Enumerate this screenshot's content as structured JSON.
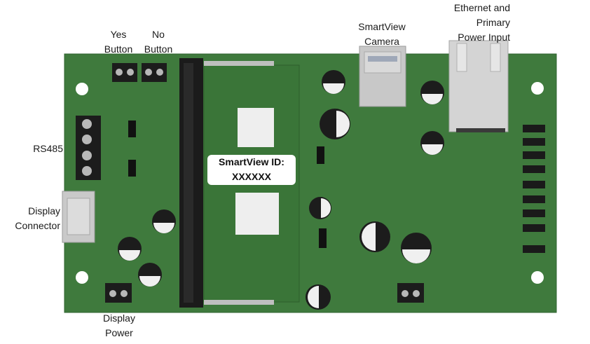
{
  "labels": {
    "yes_button": [
      "Yes",
      "Button"
    ],
    "no_button": [
      "No",
      "Button"
    ],
    "smartview_camera": [
      "SmartView",
      "Camera"
    ],
    "ethernet_power": [
      "Ethernet and",
      "Primary",
      "Power Input"
    ],
    "rs485": "RS485",
    "display_connector": [
      "Display",
      "Connector"
    ],
    "display_power": [
      "Display",
      "Power"
    ]
  },
  "id_sticker": {
    "title": "SmartView ID:",
    "value": "XXXXXX"
  },
  "colors": {
    "pcb": "#3f7a3d",
    "pcb_dark": "#2f6330",
    "terminal": "#1c1c1c",
    "chip": "#111111",
    "silver": "#c9c9c9"
  }
}
